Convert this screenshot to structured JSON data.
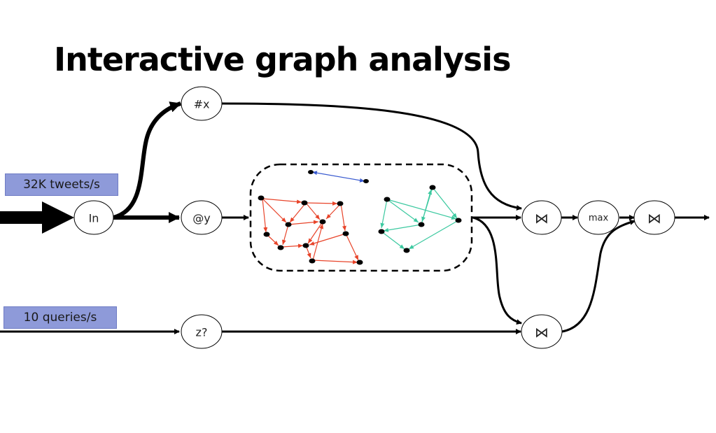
{
  "title": "Interactive graph analysis",
  "labels": {
    "tweets_rate": "32K tweets/s",
    "queries_rate": "10 queries/s"
  },
  "nodes": {
    "in": "In",
    "hashtag": "#x",
    "mention": "@y",
    "query": "z?",
    "join_top": "⋈",
    "max": "max",
    "join_final": "⋈",
    "join_bottom": "⋈"
  },
  "colors": {
    "label_fill": "#8e9ad9",
    "red_graph": "#e8442a",
    "teal_graph": "#3cc9a0",
    "blue_edge": "#3a5bd0",
    "node_dot": "#000000"
  }
}
